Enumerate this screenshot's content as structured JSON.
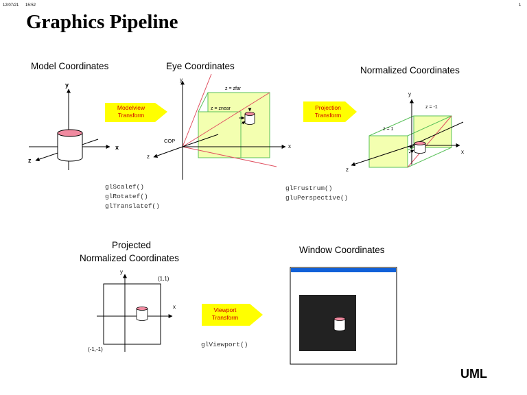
{
  "header": {
    "date": "12/07/21",
    "time": "15:52",
    "page": "1"
  },
  "title": "Graphics Pipeline",
  "stages": {
    "model": "Model Coordinates",
    "eye": "Eye Coordinates",
    "normalized": "Normalized Coordinates",
    "projected_line1": "Projected",
    "projected_line2": "Normalized Coordinates",
    "window": "Window Coordinates"
  },
  "transforms": {
    "modelview": {
      "line1": "Modelview",
      "line2": "Transform"
    },
    "projection": {
      "line1": "Projection",
      "line2": "Transform"
    },
    "viewport": {
      "line1": "Viewport",
      "line2": "Transform"
    }
  },
  "code": {
    "modelview": [
      "glScalef()",
      "glRotatef()",
      "glTranslatef()"
    ],
    "projection": [
      "glFrustrum()",
      "gluPerspective()"
    ],
    "viewport": [
      "glViewport()"
    ]
  },
  "axes": {
    "x": "x",
    "y": "y",
    "z": "z"
  },
  "eye_labels": {
    "zfar": "z = zfar",
    "znear": "z = znear",
    "cop": "COP"
  },
  "norm_labels": {
    "zneg": "z = -1",
    "zpos": "z = 1"
  },
  "proj_labels": {
    "top_right": "(1,1)",
    "bottom_left": "(-1,-1)"
  },
  "footer": "UML",
  "colors": {
    "arrow_fill": "#ffff00",
    "arrow_text": "#d00000",
    "frustum_fill": "#f3ffb0",
    "frustum_edge": "#58c058",
    "cylinder_top": "#f08aa0",
    "window_title": "#1060d8",
    "window_bg": "#222222"
  }
}
